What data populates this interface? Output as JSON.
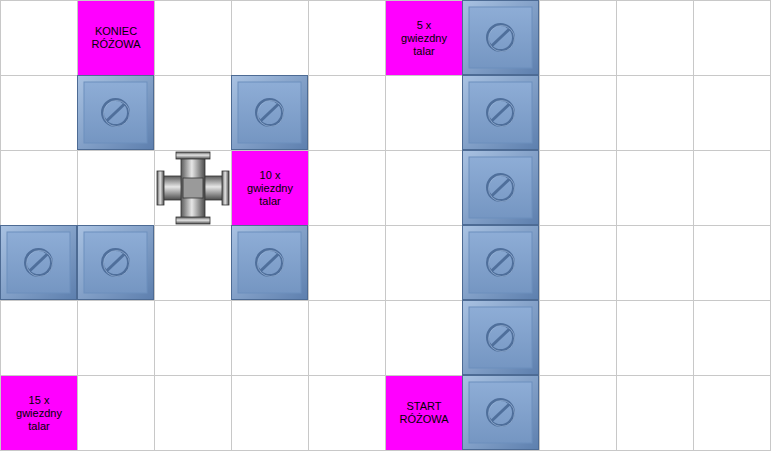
{
  "diagram": {
    "nodes": [
      {
        "text": [
          "KONIEC RÓŻOWA"
        ]
      },
      {
        "text": [
          "5 x gwiezdny talar"
        ]
      },
      {
        "text": [
          "10 x gwiezdny talar"
        ]
      },
      {
        "text": [
          "15 x gwiezdny talar"
        ]
      },
      {
        "text": [
          "START RÓŻOWA"
        ]
      }
    ]
  }
}
